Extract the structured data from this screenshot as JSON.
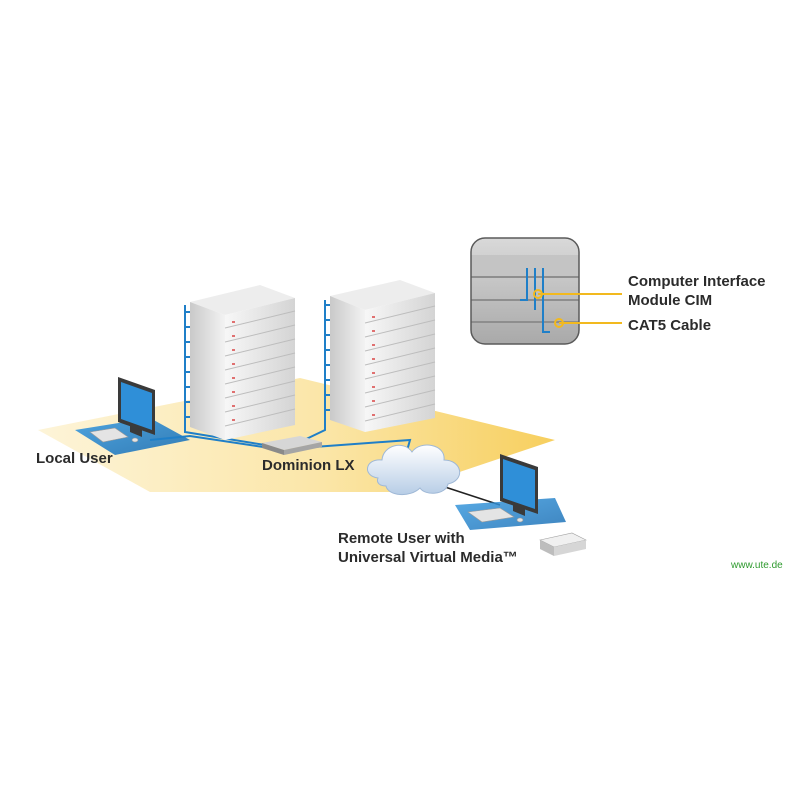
{
  "labels": {
    "local_user": "Local User",
    "dominion": "Dominion LX",
    "remote_line1": "Remote User with",
    "remote_line2": "Universal Virtual Media™",
    "cim_line1": "Computer Interface",
    "cim_line2": "Module CIM",
    "cat5": "CAT5 Cable"
  },
  "watermark": "www.ute.de",
  "colors": {
    "floor": "#fbe5a6",
    "cable_blue": "#1f7fc8",
    "callout_yellow": "#f2b91e",
    "monitor_blue": "#2f8fd8",
    "text": "#2b2b2b",
    "watermark": "#2e9a2e"
  },
  "icons": [
    "server-rack-icon",
    "monitor-icon",
    "keyboard-icon",
    "cloud-icon",
    "kvm-switch-icon",
    "media-drive-icon"
  ]
}
